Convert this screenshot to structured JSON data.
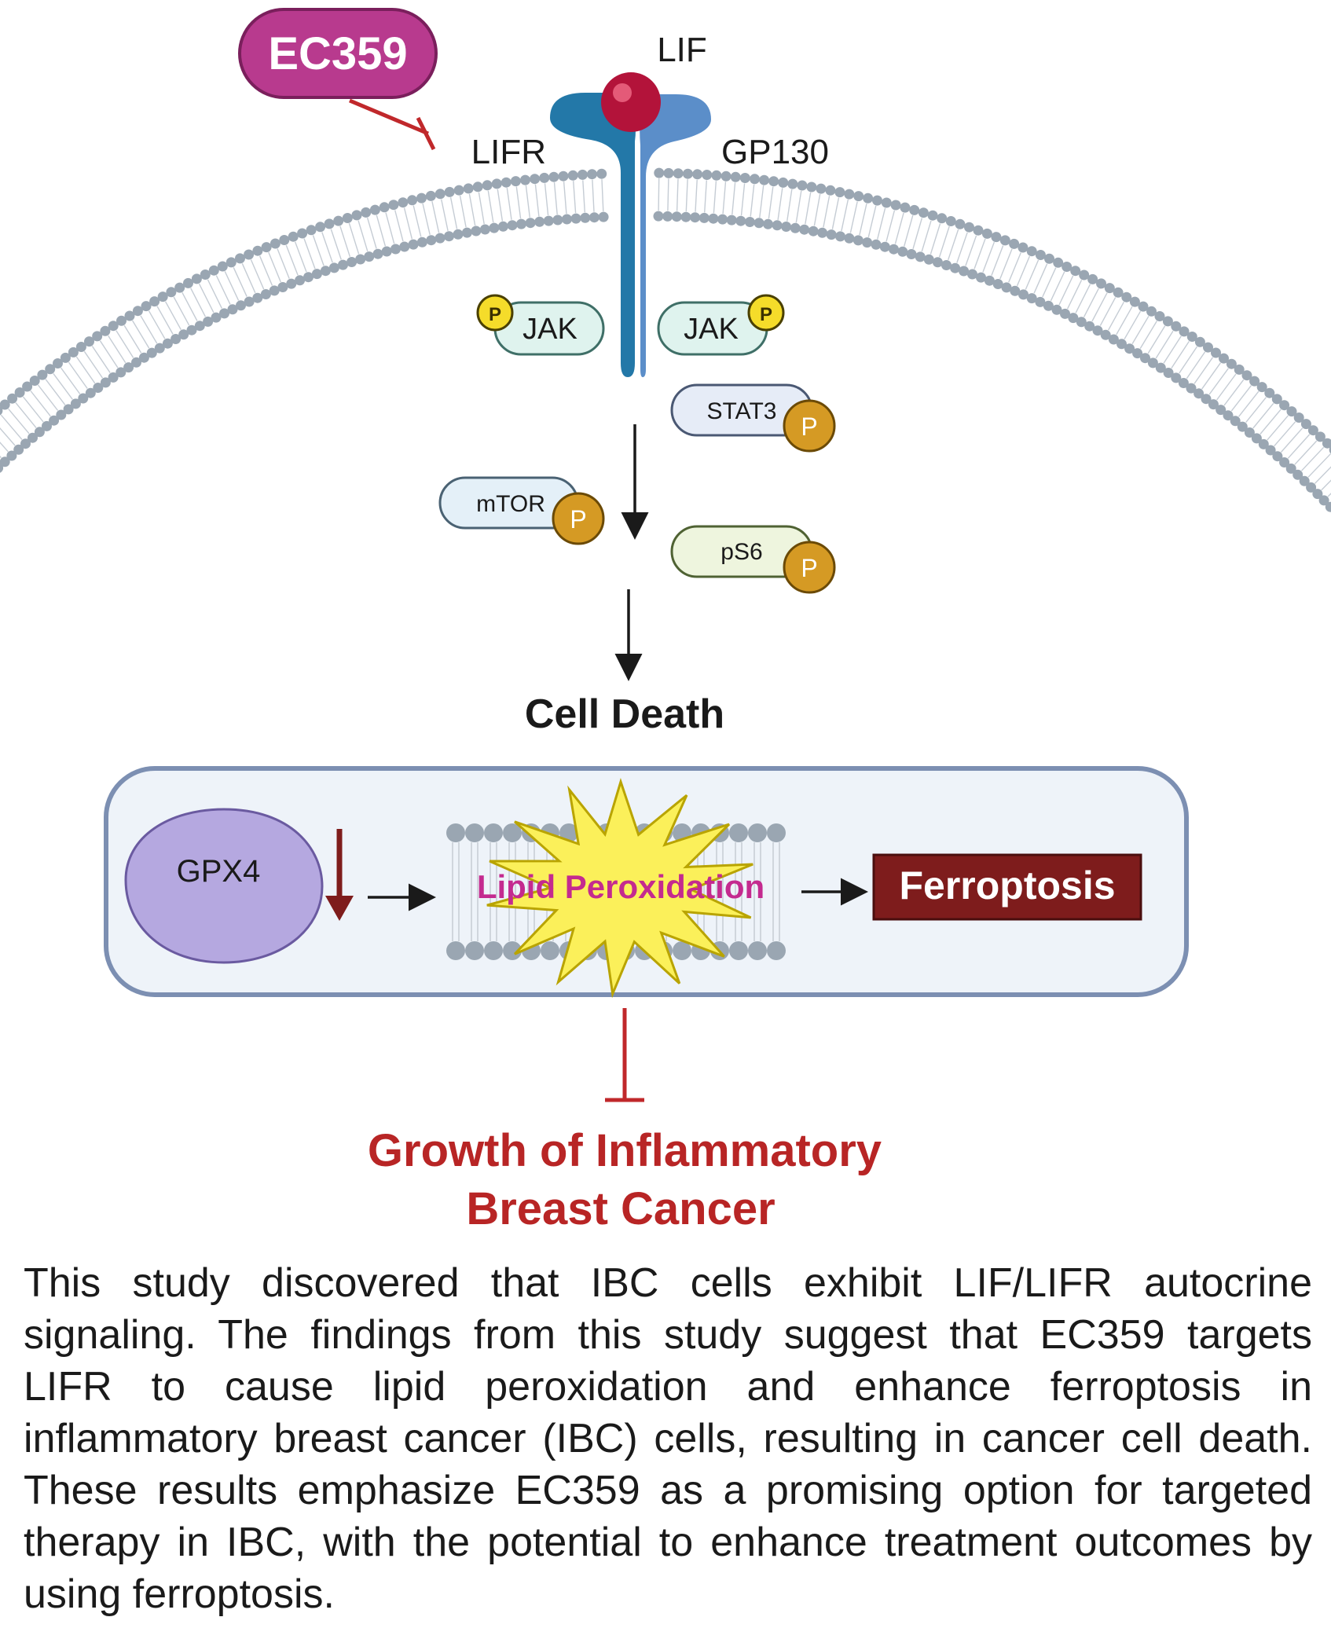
{
  "labels": {
    "drug": "EC359",
    "ligand": "LIF",
    "receptor_left": "LIFR",
    "receptor_right": "GP130",
    "jak_left": "JAK",
    "jak_right": "JAK",
    "phospho": "P",
    "stat3": "STAT3",
    "mtor": "mTOR",
    "ps6": "pS6",
    "cell_death": "Cell Death",
    "gpx4": "GPX4",
    "lipid_peroxidation": "Lipid Peroxidation",
    "ferroptosis": "Ferroptosis",
    "outcome_line1": "Growth of Inflammatory",
    "outcome_line2": "Breast Cancer"
  },
  "caption": "This study discovered that IBC cells exhibit LIF/LIFR autocrine signaling. The findings from this study suggest that EC359 targets LIFR to cause lipid peroxidation and enhance ferroptosis in inflammatory breast cancer (IBC) cells, resulting in cancer cell death. These results emphasize EC359 as a promising option for targeted therapy in IBC, with the potential to enhance treatment outcomes by using ferroptosis.",
  "colors": {
    "drug_fill": "#b83a8e",
    "ligand": "#b3133a",
    "receptor_left": "#2378a8",
    "receptor_right": "#5b8ec9",
    "membrane_dot": "#9aa6b2",
    "jak_fill": "#dff3ee",
    "phospho_small": "#f5dc2a",
    "phospho_large": "#d59a24",
    "inhibit_red": "#c0282b",
    "gpx4_fill": "#b5a8e0",
    "burst_fill": "#fbf05a",
    "lipid_text": "#c42a8f",
    "ferroptosis_fill": "#7e1c1c",
    "outcome_text": "#b82525",
    "box_border": "#7c8fb2",
    "box_fill": "#eef3f9"
  }
}
